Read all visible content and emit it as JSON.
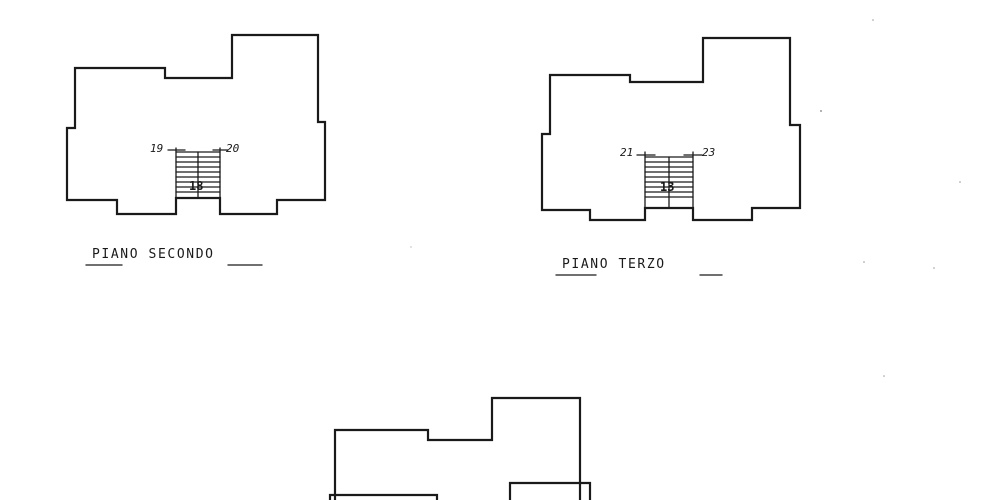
{
  "plans": [
    {
      "id": "piano-secondo",
      "title": "PIANO SECONDO",
      "marks": [
        "19",
        "20"
      ],
      "stair_label": "18"
    },
    {
      "id": "piano-terzo",
      "title": "PIANO TERZO",
      "marks": [
        "21",
        "23"
      ],
      "stair_label": "13"
    },
    {
      "id": "piano-bottom",
      "title": "",
      "marks": [],
      "stair_label": ""
    }
  ],
  "colors": {
    "ink": "#1a1a1a",
    "paper": "#ffffff"
  }
}
